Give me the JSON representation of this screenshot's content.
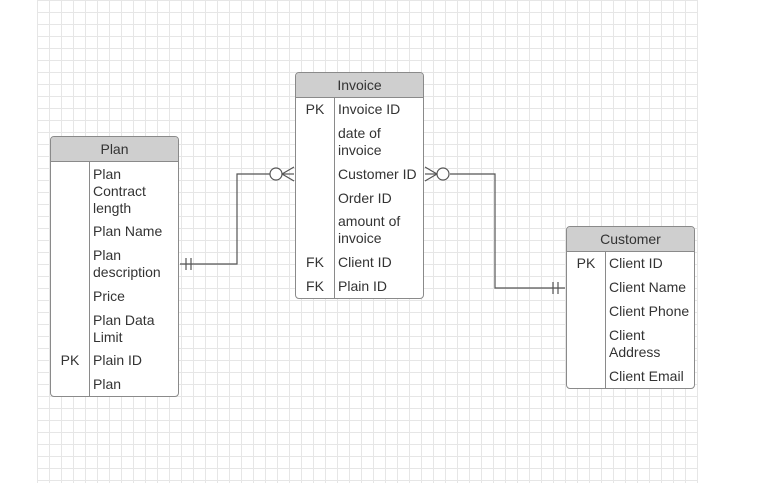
{
  "plan": {
    "title": "Plan",
    "rows": [
      {
        "key": "",
        "text": "Plan\nContract\nlength"
      },
      {
        "key": "",
        "text": "Plan Name"
      },
      {
        "key": "",
        "text": "Plan\ndescription"
      },
      {
        "key": "",
        "text": "Price"
      },
      {
        "key": "",
        "text": "Plan Data\nLimit"
      },
      {
        "key": "PK",
        "text": "Plain ID"
      },
      {
        "key": "",
        "text": "Plan"
      }
    ]
  },
  "invoice": {
    "title": "Invoice",
    "rows": [
      {
        "key": "PK",
        "text": "Invoice ID"
      },
      {
        "key": "",
        "text": "date of\ninvoice"
      },
      {
        "key": "",
        "text": "Customer ID"
      },
      {
        "key": "",
        "text": "Order ID"
      },
      {
        "key": "",
        "text": "amount of\ninvoice"
      },
      {
        "key": "FK",
        "text": "Client ID"
      },
      {
        "key": "FK",
        "text": "Plain ID"
      }
    ]
  },
  "customer": {
    "title": "Customer",
    "rows": [
      {
        "key": "PK",
        "text": "Client ID"
      },
      {
        "key": "",
        "text": "Client Name"
      },
      {
        "key": "",
        "text": "Client Phone"
      },
      {
        "key": "",
        "text": "Client\nAddress"
      },
      {
        "key": "",
        "text": "Client Email"
      }
    ]
  },
  "relationships": [
    {
      "from": "plan",
      "to": "invoice",
      "from_cardinality": "one-and-only-one",
      "to_cardinality": "zero-or-many"
    },
    {
      "from": "invoice",
      "to": "customer",
      "from_cardinality": "zero-or-many",
      "to_cardinality": "one-and-only-one"
    }
  ],
  "colors": {
    "header_fill": "#cfcfcf",
    "border": "#8a8a8a",
    "line": "#555555",
    "grid": "#e6e6e6",
    "text": "#333333"
  }
}
